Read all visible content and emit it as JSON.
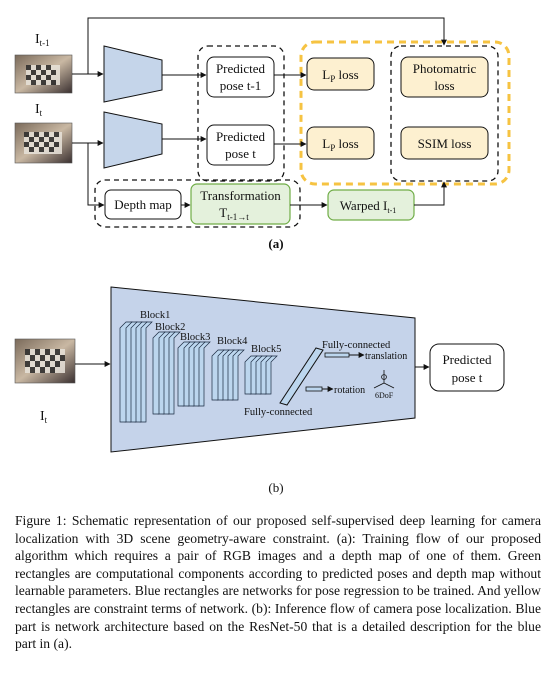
{
  "figure_a": {
    "label": "(a)",
    "input_prev": "I",
    "input_prev_sub": "t-1",
    "input_curr": "I",
    "input_curr_sub": "t",
    "pred_prev_line1": "Predicted",
    "pred_prev_line2": "pose t-1",
    "pred_curr_line1": "Predicted",
    "pred_curr_line2": "pose t",
    "lp_loss_main": "L",
    "lp_loss_sub": "P",
    "lp_loss_rest": " loss",
    "photometric_line1": "Photomatric",
    "photometric_line2": "loss",
    "ssim_loss": "SSIM loss",
    "depth_map": "Depth map",
    "transformation_line1": "Transformation",
    "transformation_main": "T",
    "transformation_sub": "t-1→t",
    "warped_main": "Warped I",
    "warped_sub": "t-1",
    "colors": {
      "network_blue": "#c5d5ea",
      "green_box": "#e4f1dc",
      "green_border": "#70ad47",
      "yellow_dash": "#f6c342"
    }
  },
  "figure_b": {
    "label": "(b)",
    "input_main": "I",
    "input_sub": "t",
    "blocks": [
      "Block1",
      "Block2",
      "Block3",
      "Block4",
      "Block5"
    ],
    "fc_top": "Fully-connected",
    "fc_bottom": "Fully-connected",
    "translation": "translation",
    "rotation": "rotation",
    "dof": "6DoF",
    "predicted_line1": "Predicted",
    "predicted_line2": "pose t",
    "colors": {
      "network_bg": "#c5d3ea",
      "layer_fill": "#bcd6ee"
    }
  },
  "caption": "Figure 1: Schematic representation of our proposed self-supervised deep learning for camera localization with 3D scene geometry-aware constraint. (a): Training flow of our proposed algorithm which requires a pair of RGB images and a depth map of one of them. Green rectangles are computational components according to predicted poses and depth map without learnable parameters. Blue rectangles are networks for pose regression to be trained. And yellow rectangles are constraint terms of network. (b): Inference flow of camera pose localization. Blue part is network architecture based on the ResNet-50 that is a detailed description for the blue part in (a)."
}
